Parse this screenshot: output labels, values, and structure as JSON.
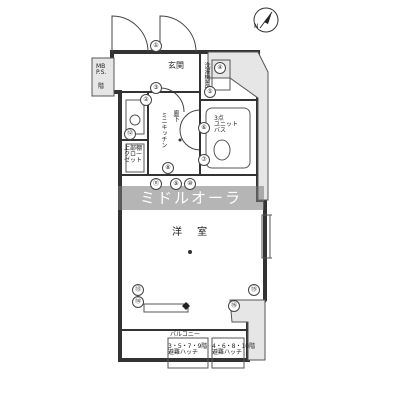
{
  "rooms": {
    "entrance": "玄関",
    "mb_ps": "MB\nP.S.",
    "stairs": "階",
    "corridor": "廊下",
    "kitchen": "ミニキッチン",
    "closet": "上部棚\nクロー\nゼット",
    "bath": "3点\nユニット\nバス",
    "washer": "洗濯機置場",
    "bedroom": "洋 室",
    "balcony": "バルコニー",
    "hatch_left": "3・5・7・9階\n避難ハッチ",
    "hatch_right": "4・6・8・10階\n避難ハッチ"
  },
  "watermark": "ミドルオーラ",
  "compass_label": "N",
  "markers": [
    "①",
    "②",
    "③",
    "④",
    "⑤",
    "⑥",
    "⑦",
    "⑧",
    "⑨",
    "⑩",
    "⑪",
    "⑫",
    "⑬",
    "⑭",
    "⑮",
    "⑯"
  ]
}
